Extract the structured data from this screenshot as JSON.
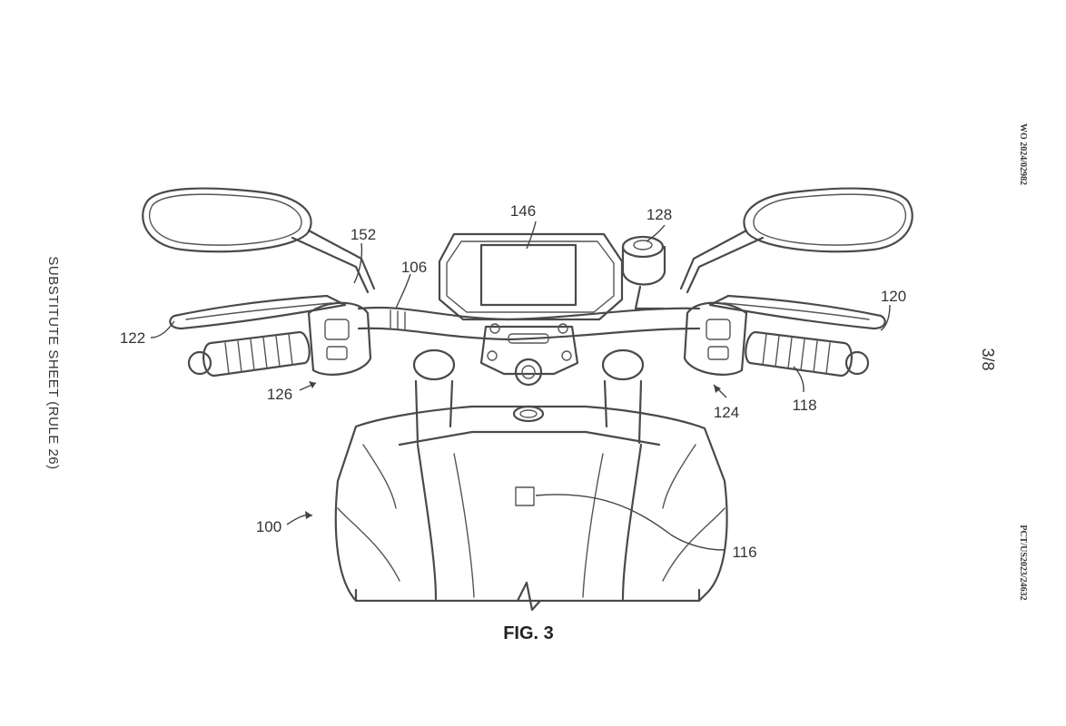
{
  "figure_label": "FIG. 3",
  "margin_left": "SUBSTITUTE SHEET (RULE 26)",
  "margin_right_top": "WO 2024/02982",
  "margin_right_middle": "3/8",
  "margin_right_bottom": "PCT/US2023/24632",
  "reference_numerals": {
    "r100": "100",
    "r106": "106",
    "r116": "116",
    "r118": "118",
    "r120": "120",
    "r122": "122",
    "r124": "124",
    "r126": "126",
    "r128": "128",
    "r146": "146",
    "r152": "152"
  }
}
